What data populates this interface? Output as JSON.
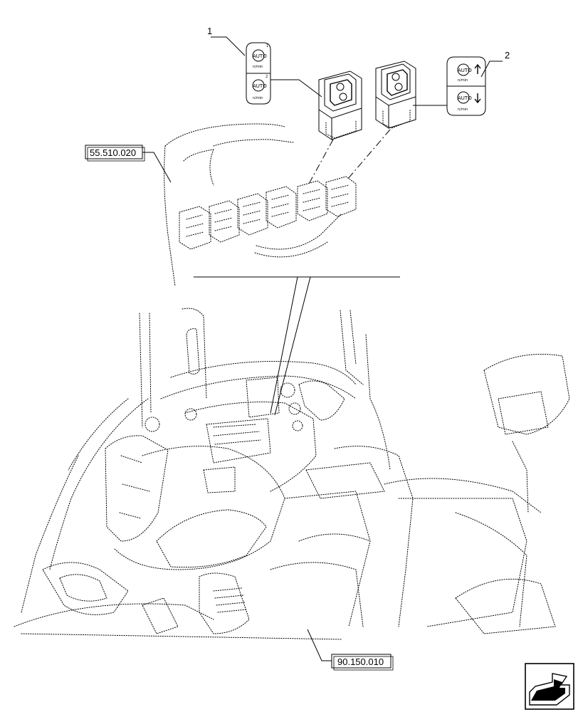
{
  "callouts": [
    {
      "id": "1",
      "label": "1"
    },
    {
      "id": "2",
      "label": "2"
    }
  ],
  "references": [
    {
      "id": "ref-55",
      "label": "55.510.020"
    },
    {
      "id": "ref-90",
      "label": "90.150.010"
    }
  ],
  "decal_left": {
    "top_text": "AUTO",
    "top_unit": "n/min",
    "top_index": "1",
    "bottom_text": "AUTO",
    "bottom_unit": "n/min",
    "bottom_index": "2"
  },
  "decal_right": {
    "top_text": "AUTO",
    "top_unit": "n/min",
    "bottom_text": "AUTO",
    "bottom_unit": "n/min"
  },
  "nav_icon": "next-page-arrow-icon"
}
